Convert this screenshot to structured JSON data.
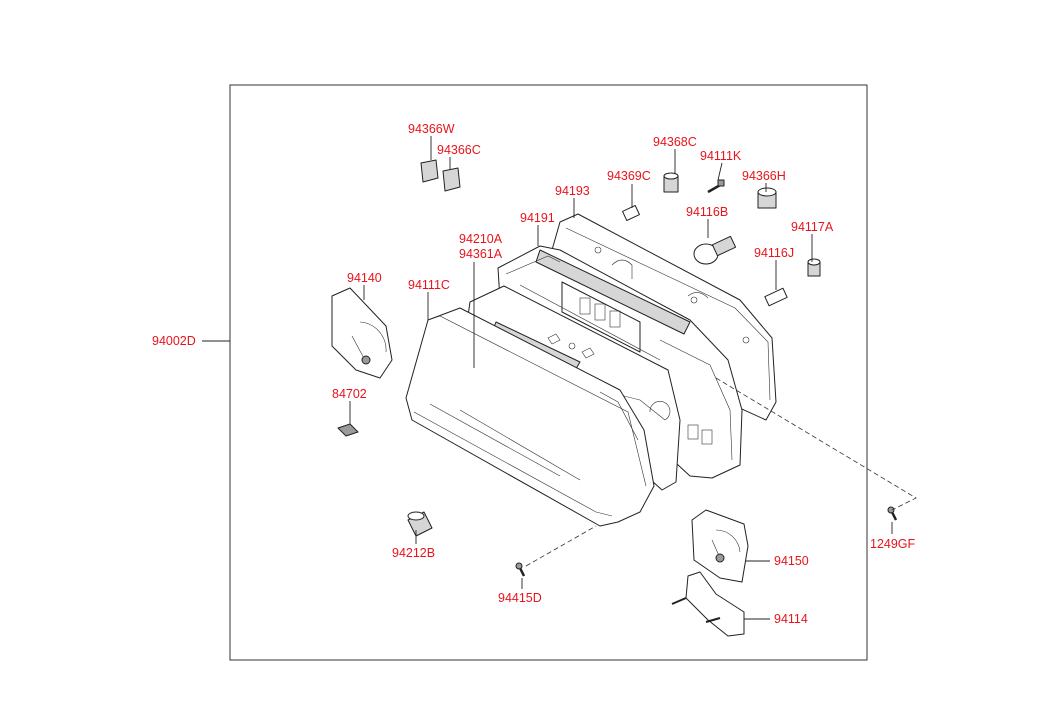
{
  "diagram": {
    "labels": {
      "p94366W": "94366W",
      "p94366C": "94366C",
      "p94368C": "94368C",
      "p94111K": "94111K",
      "p94369C": "94369C",
      "p94366H": "94366H",
      "p94193": "94193",
      "p94116B": "94116B",
      "p94191": "94191",
      "p94117A": "94117A",
      "p94210A": "94210A",
      "p94361A": "94361A",
      "p94116J": "94116J",
      "p94140": "94140",
      "p94111C": "94111C",
      "p94002D": "94002D",
      "p84702": "84702",
      "p94212B": "94212B",
      "p94415D": "94415D",
      "p94150": "94150",
      "p94114": "94114",
      "p1249GF": "1249GF"
    }
  }
}
